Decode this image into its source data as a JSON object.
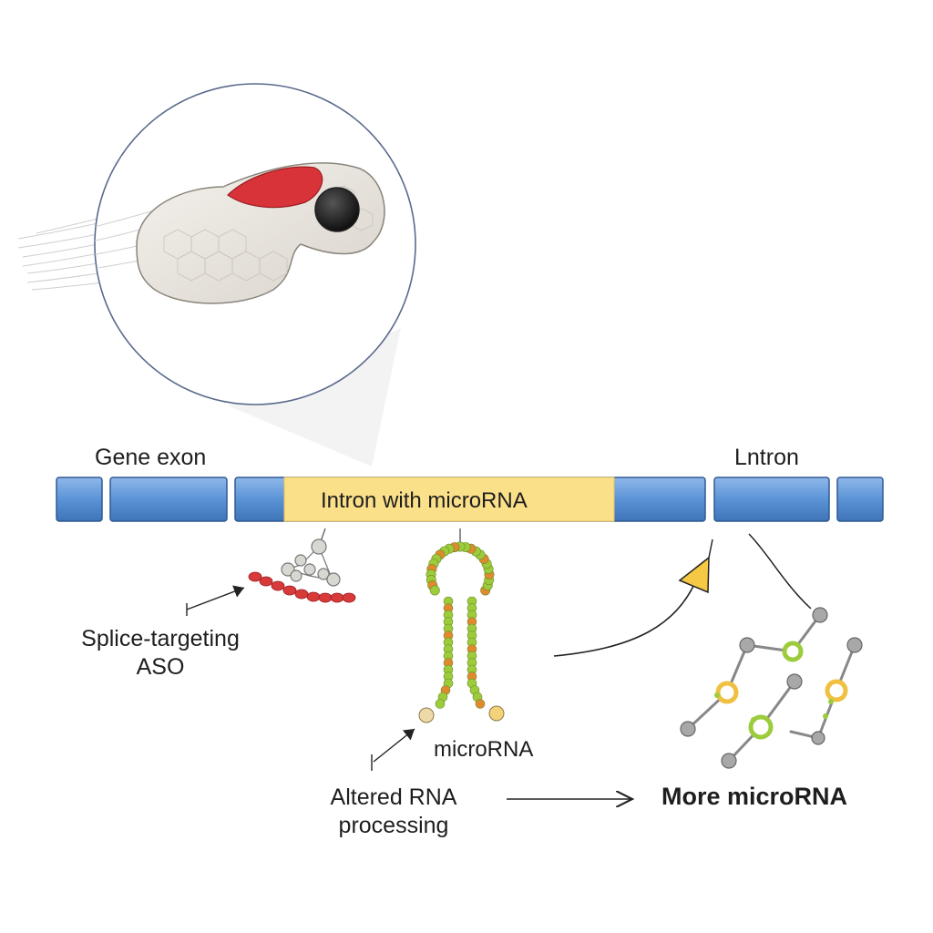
{
  "labels": {
    "gene_exon": "Gene exon",
    "intron_top": "Lntron",
    "intron_with_mirna": "Intron with microRNA",
    "splice_aso_line1": "Splice-targeting",
    "splice_aso_line2": "ASO",
    "microrna": "microRNA",
    "altered_line1": "Altered RNA",
    "altered_line2": "processing",
    "more_microrna": "More microRNA"
  },
  "colors": {
    "exon_blue": "#5b93d6",
    "intron_yellow": "#fbe08a",
    "muscle_red": "#d9333a",
    "aso_red": "#d83a3a",
    "stem_green": "#9ccc3c",
    "stem_orange": "#e08a2e",
    "node_grey": "#a8a8a8",
    "ring_green": "#9ccc3c",
    "ring_yellow": "#f0c040"
  }
}
